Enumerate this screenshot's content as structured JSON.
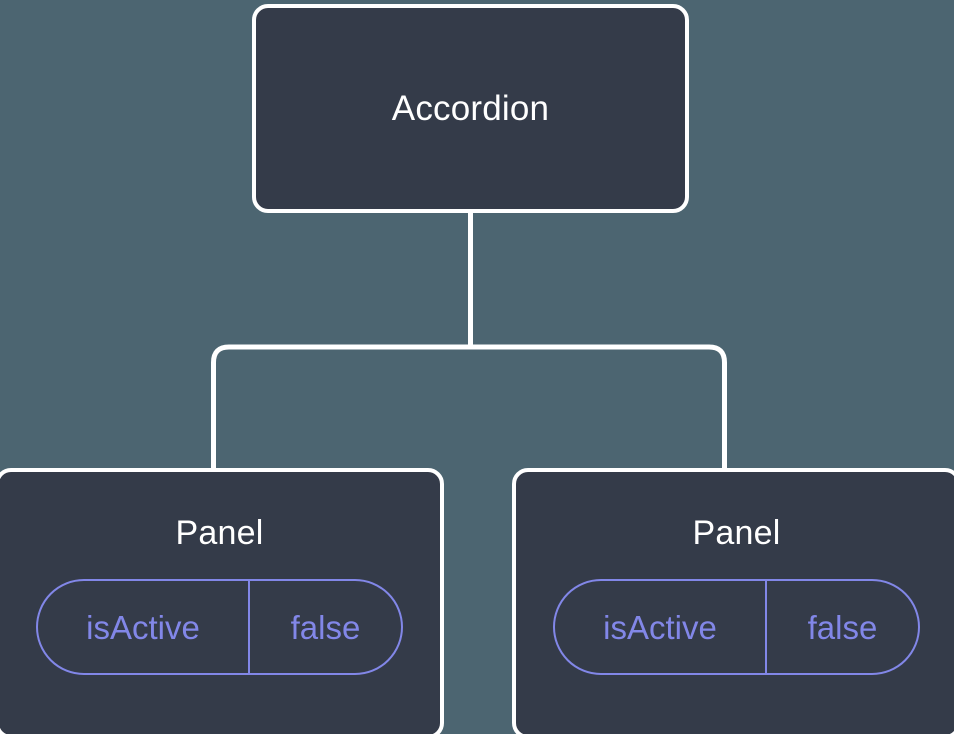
{
  "diagram": {
    "type": "component-tree",
    "background_color": "#4c6571",
    "node_fill_color": "#343b49",
    "node_border_color": "#ffffff",
    "connector_color": "#ffffff",
    "prop_accent_color": "#8287e8",
    "root": {
      "name": "root-node",
      "title": "Accordion"
    },
    "children": [
      {
        "name": "panel-node-1",
        "title": "Panel",
        "props": [
          {
            "key": "isActive",
            "value": "false"
          }
        ]
      },
      {
        "name": "panel-node-2",
        "title": "Panel",
        "props": [
          {
            "key": "isActive",
            "value": "false"
          }
        ]
      }
    ]
  }
}
